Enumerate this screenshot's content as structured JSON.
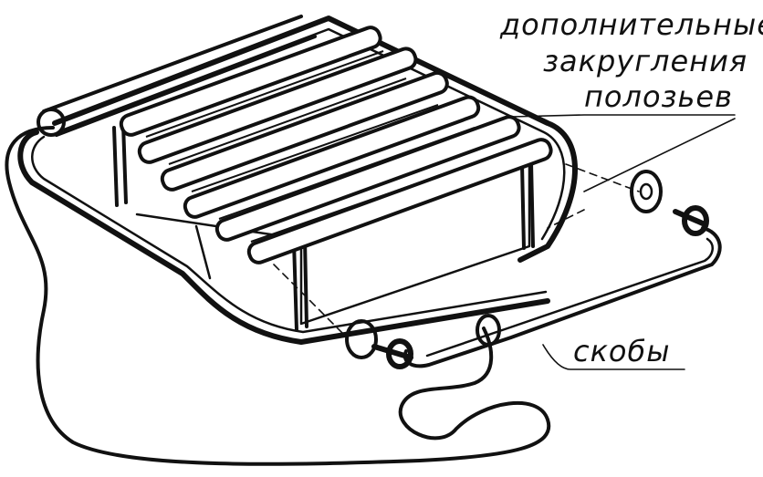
{
  "labels": {
    "rounding_line1": "дополнительные",
    "rounding_line2": "закругления",
    "rounding_line3": "полозьев",
    "brackets": "скобы"
  },
  "colors": {
    "ink": "#111111",
    "paper": "#ffffff"
  }
}
